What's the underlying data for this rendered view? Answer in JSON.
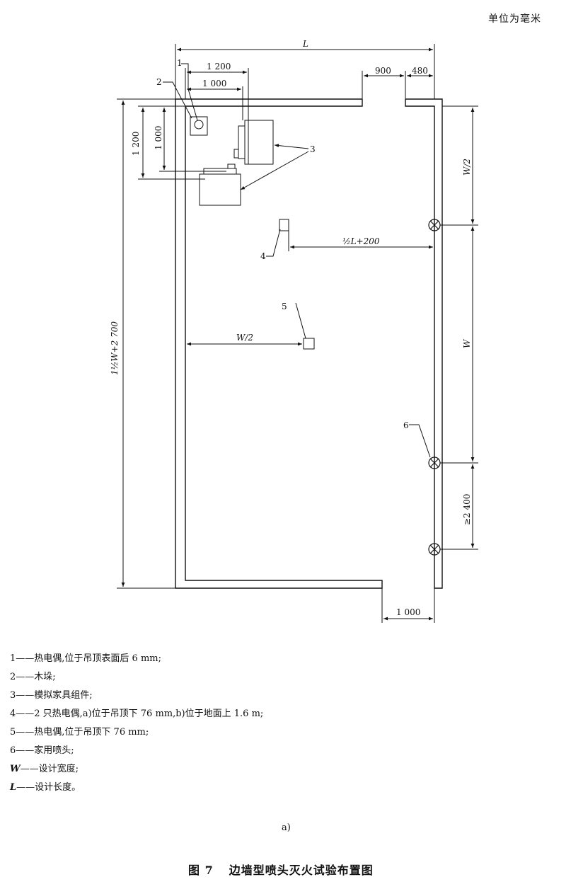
{
  "header": {
    "unit_note": "单位为毫米"
  },
  "diagram": {
    "dims": {
      "length": "L",
      "dim_1200_top": "1 200",
      "dim_1000_top": "1 000",
      "dim_900": "900",
      "dim_480": "480",
      "dim_1200_left": "1 200",
      "dim_1000_left": "1 000",
      "half_w_right": "W/2",
      "half_l_plus": "½L+200",
      "half_w_mid": "W/2",
      "w_right": "W",
      "min_2400": "≥2 400",
      "dim_1000_bottom": "1 000",
      "total_height": "1½W+2 700"
    },
    "callouts": {
      "c1": "1",
      "c2": "2",
      "c3": "3",
      "c4": "4",
      "c5": "5",
      "c6": "6"
    }
  },
  "legend": [
    {
      "key": "1",
      "sep": "——",
      "text": "热电偶,位于吊顶表面后 6 mm;"
    },
    {
      "key": "2",
      "sep": "——",
      "text": "木垛;"
    },
    {
      "key": "3",
      "sep": "——",
      "text": "模拟家具组件;"
    },
    {
      "key": "4",
      "sep": "——",
      "text": "2 只热电偶,a)位于吊顶下 76 mm,b)位于地面上 1.6 m;"
    },
    {
      "key": "5",
      "sep": "——",
      "text": "热电偶,位于吊顶下 76 mm;"
    },
    {
      "key": "6",
      "sep": "——",
      "text": "家用喷头;"
    },
    {
      "key": "W",
      "sep": "——",
      "text": "设计宽度;"
    },
    {
      "key": "L",
      "sep": "——",
      "text": "设计长度。"
    }
  ],
  "sub_caption": "a)",
  "caption": {
    "number": "图 7",
    "title": "边墙型喷头灭火试验布置图"
  },
  "colors": {
    "line": "#111111"
  }
}
